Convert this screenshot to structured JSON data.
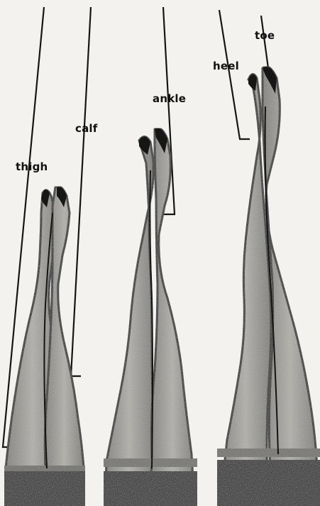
{
  "labels": {
    "thigh": "thigh",
    "calf": "calf",
    "ankle": "ankle",
    "heel": "heel",
    "toe": "toe"
  },
  "colors": {
    "paper": "#f3f2ee",
    "stocking": "#8e8d88",
    "stocking_light": "#b3b2ad",
    "outline": "#141414",
    "welt": "#1a1a1a"
  }
}
